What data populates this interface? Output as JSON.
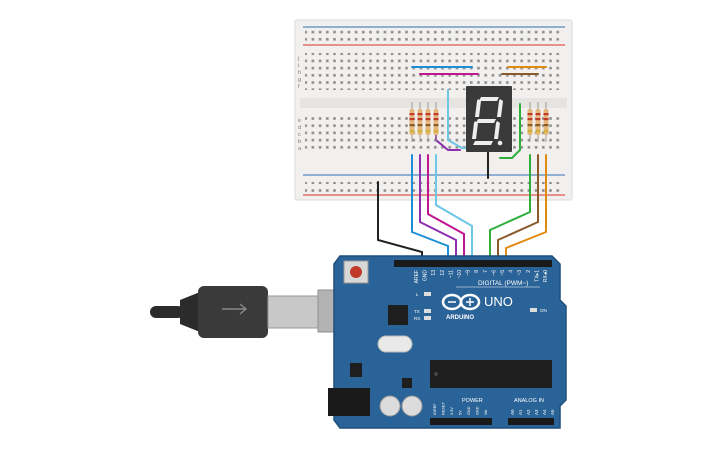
{
  "colors": {
    "background": "#ffffff",
    "breadboard": "#f1f0ee",
    "board": "#2a6397",
    "board_edge": "#1f4f7d",
    "rail_red": "#d9342b",
    "rail_blue": "#2f6fb5",
    "display_body": "#3a3a3a",
    "display_segment_on": "#eeeeee",
    "resistor_body": "#e6b77a",
    "wire_cyan": "#1c8fd6",
    "wire_purple": "#8e2fb0",
    "wire_magenta": "#c0168f",
    "wire_lightblue": "#6ec6e6",
    "wire_green": "#2fae3a",
    "wire_brown": "#8a5a2b",
    "wire_orange": "#e08a12",
    "wire_black": "#222222",
    "usb_plug": "#333333",
    "chip": "#1e1e1e"
  },
  "breadboard": {
    "row_letters_top": [
      "j",
      "i",
      "h",
      "g",
      "f"
    ],
    "row_letters_bottom": [
      "e",
      "d",
      "c",
      "b",
      "a"
    ]
  },
  "display": {
    "digit": "8."
  },
  "arduino": {
    "model_label": "UNO",
    "brand_label": "ARDUINO",
    "digital_label": "DIGITAL (PWM~)",
    "power_label": "POWER",
    "analog_label": "ANALOG IN",
    "on_label": "ON",
    "led_labels": [
      "L",
      "TX",
      "RX"
    ],
    "digital_pins": [
      "AREF",
      "GND",
      "13",
      "12",
      "~11",
      "~10",
      "~9",
      "8",
      "7",
      "~6",
      "~5",
      "4",
      "~3",
      "2",
      "TX▸1",
      "RX◂0"
    ],
    "power_pins": [
      "IOREF",
      "RESET",
      "3.3V",
      "5V",
      "GND",
      "GND",
      "Vin"
    ],
    "analog_pins": [
      "A0",
      "A1",
      "A2",
      "A3",
      "A4",
      "A5"
    ]
  }
}
